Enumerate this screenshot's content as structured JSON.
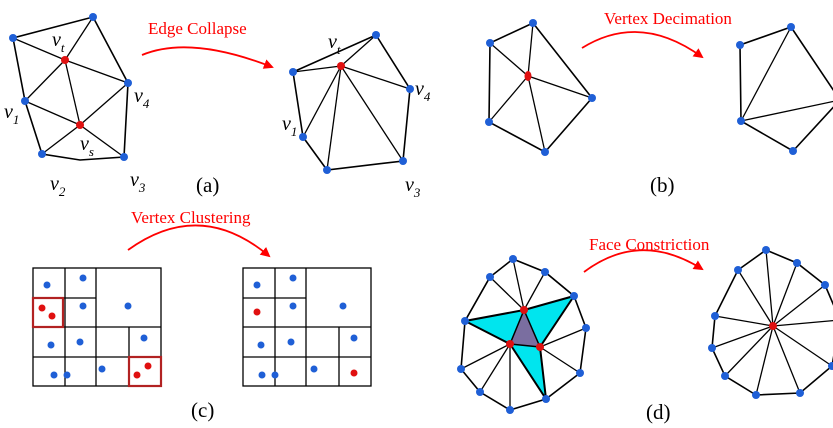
{
  "panels": {
    "a": {
      "letter": "(a)",
      "operation": "Edge Collapse"
    },
    "b": {
      "letter": "(b)",
      "operation": "Vertex Decimation"
    },
    "c": {
      "letter": "(c)",
      "operation": "Vertex Clustering"
    },
    "d": {
      "letter": "(d)",
      "operation": "Face Constriction"
    }
  },
  "vertex_labels": {
    "vt": "v",
    "vt_sub": "t",
    "vs": "v",
    "vs_sub": "s",
    "v1": "v",
    "v1_sub": "1",
    "v2": "v",
    "v2_sub": "2",
    "v3": "v",
    "v3_sub": "3",
    "v4": "v",
    "v4_sub": "4"
  },
  "colors": {
    "vertex_blue": "#1f5fd6",
    "vertex_red": "#e01010",
    "arrow": "#ff0000",
    "face_cyan": "#00e5ee",
    "face_center": "#7a6ea0"
  }
}
